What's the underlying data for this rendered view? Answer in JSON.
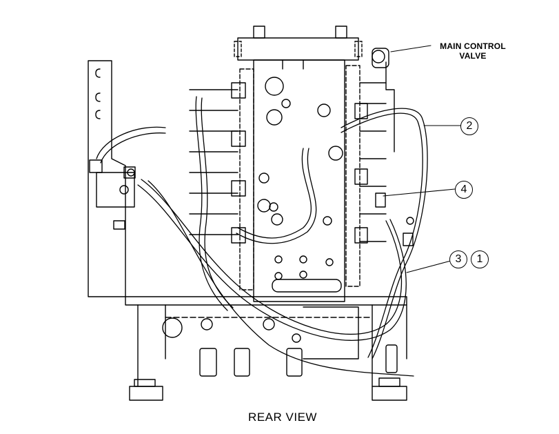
{
  "labels": {
    "main_control_valve_line1": "MAIN CONTROL",
    "main_control_valve_line2": "VALVE",
    "view_caption": "REAR VIEW"
  },
  "callouts": {
    "c1": "1",
    "c2": "2",
    "c3": "3",
    "c4": "4"
  },
  "colors": {
    "ink": "#000000",
    "paper": "#ffffff"
  }
}
